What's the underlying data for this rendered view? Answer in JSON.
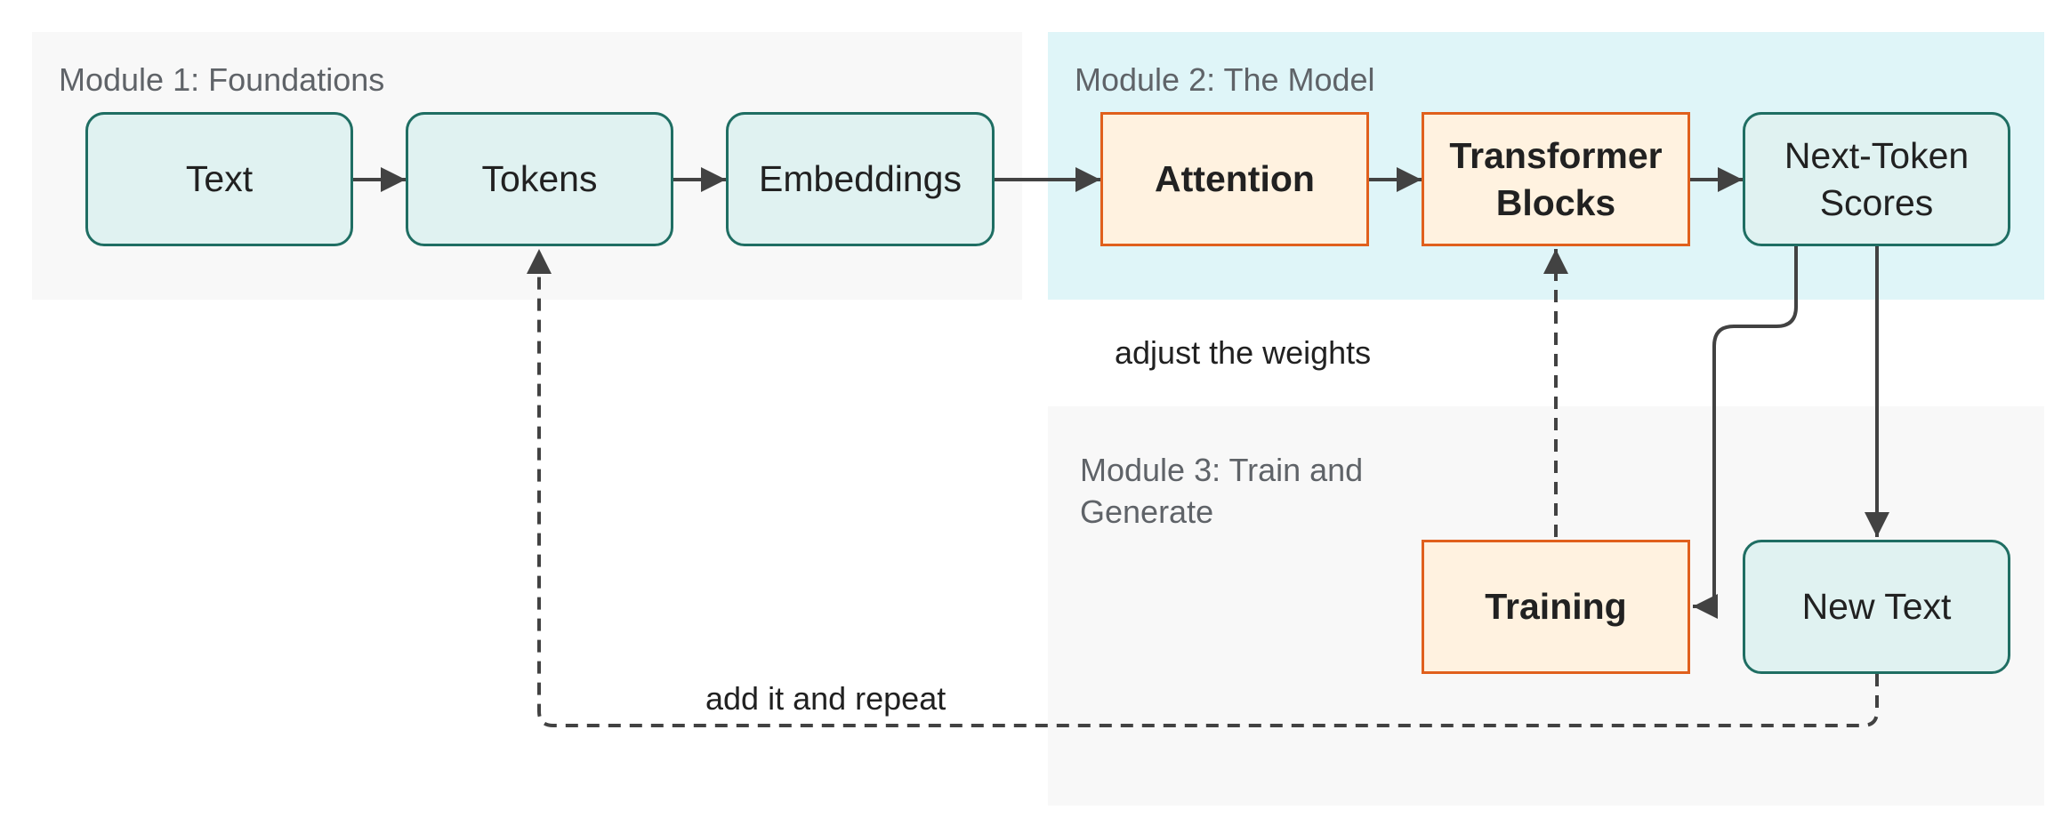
{
  "groups": {
    "module1": {
      "title": "Module 1: Foundations"
    },
    "module2": {
      "title": "Module 2: The Model"
    },
    "module3": {
      "title": "Module 3: Train and Generate"
    }
  },
  "nodes": {
    "text": {
      "label": "Text"
    },
    "tokens": {
      "label": "Tokens"
    },
    "embeddings": {
      "label": "Embeddings"
    },
    "attention": {
      "label": "Attention"
    },
    "transformer_blocks": {
      "label": "Transformer Blocks"
    },
    "next_token_scores": {
      "label": "Next-Token Scores"
    },
    "training": {
      "label": "Training"
    },
    "new_text": {
      "label": "New Text"
    }
  },
  "edge_labels": {
    "adjust": "adjust the weights",
    "repeat": "add it and repeat"
  },
  "colors": {
    "module1_fill": "#f8f8f8",
    "module2_fill": "#dff5f8",
    "module3_fill": "#f8f8f8",
    "teal_fill": "#e0f2f1",
    "teal_stroke": "#1f6e63",
    "orange_fill": "#fff2e0",
    "orange_stroke": "#e0601d",
    "edge": "#424242"
  }
}
